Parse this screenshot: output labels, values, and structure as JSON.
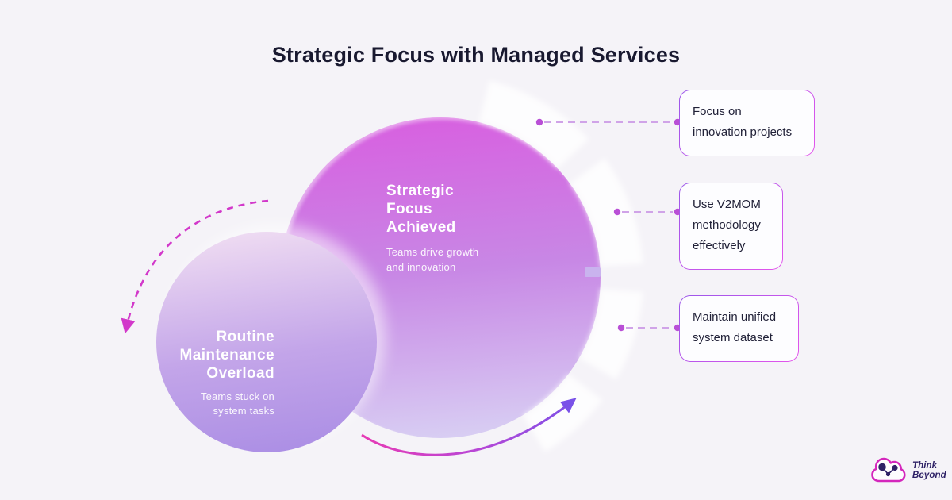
{
  "title": "Strategic Focus with Managed Services",
  "venn": {
    "primary": {
      "title_lines": [
        "Strategic",
        "Focus",
        "Achieved"
      ],
      "subtitle_lines": [
        "Teams drive growth",
        "and innovation"
      ]
    },
    "secondary": {
      "title_lines": [
        "Routine",
        "Maintenance",
        "Overload"
      ],
      "subtitle_lines": [
        "Teams stuck on",
        "system tasks"
      ]
    }
  },
  "callouts": [
    {
      "lines": [
        "Focus on",
        "innovation projects"
      ]
    },
    {
      "lines": [
        "Use V2MOM",
        "methodology",
        "effectively"
      ]
    },
    {
      "lines": [
        "Maintain unified",
        "system dataset"
      ]
    }
  ],
  "logo": {
    "line1": "Think",
    "line2": "Beyond"
  },
  "icons": [
    "cloud-network-icon",
    "dashed-curved-arrow-icon",
    "solid-curved-arrow-icon"
  ],
  "colors": {
    "background": "#f5f3f8",
    "title_text": "#191930",
    "primary_circle_top": "#d85fe0",
    "primary_circle_bottom": "#d9d3f4",
    "secondary_circle_top": "#efdcf2",
    "secondary_circle_bottom": "#a98ce4",
    "callout_border_start": "#9b57ea",
    "callout_border_end": "#e455ec",
    "connector_line": "#d0a3e8",
    "connector_dot": "#b94fd6",
    "dashed_arrow": "#d238ca",
    "solid_arrow_start": "#e839b4",
    "solid_arrow_end": "#7a52e8",
    "logo_cloud": "#d426bc",
    "logo_text": "#2e2166"
  }
}
